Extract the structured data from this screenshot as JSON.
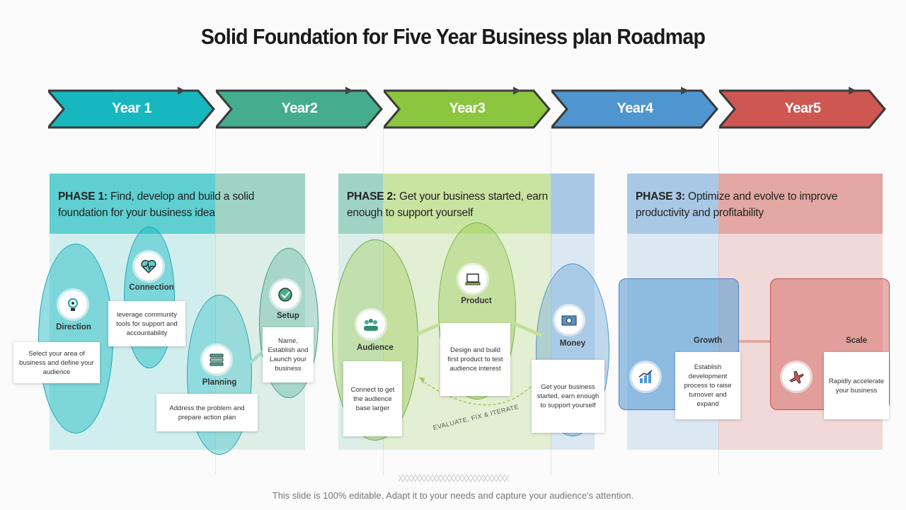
{
  "title": "Solid Foundation for Five Year Business plan Roadmap",
  "years": [
    {
      "label": "Year 1",
      "color": "#17b7bf"
    },
    {
      "label": "Year2",
      "color": "#44ad8e"
    },
    {
      "label": "Year3",
      "color": "#8cc63f"
    },
    {
      "label": "Year4",
      "color": "#4f96d0"
    },
    {
      "label": "Year5",
      "color": "#cf5752"
    }
  ],
  "phases": [
    {
      "prefix": "PHASE 1:",
      "text": " Find, develop and build a solid foundation for your business idea"
    },
    {
      "prefix": "PHASE 2:",
      "text": " Get your business started, earn enough to support yourself"
    },
    {
      "prefix": "PHASE 3:",
      "text": " Optimize and evolve to improve productivity and profitability"
    }
  ],
  "phase1": {
    "direction": {
      "label": "Direction",
      "desc": "Select your area of business and define your audience",
      "icon": "lightbulb-gear-icon"
    },
    "connection": {
      "label": "Connection",
      "desc": "leverage community tools for support and accountability",
      "icon": "heartbeat-icon"
    },
    "planning": {
      "label": "Planning",
      "desc": "Address the problem and prepare action plan",
      "icon": "stack-icon"
    },
    "setup": {
      "label": "Setup",
      "desc": "Name, Establish and Launch your business",
      "icon": "target-check-icon"
    }
  },
  "phase2": {
    "audience": {
      "label": "Audience",
      "desc": "Connect to get the audience base larger",
      "icon": "group-icon"
    },
    "product": {
      "label": "Product",
      "desc": "Design and build first product to test audience interest",
      "icon": "laptop-icon"
    },
    "money": {
      "label": "Money",
      "desc": "Get your business started, earn enough to support yourself",
      "icon": "money-icon"
    },
    "cycle_label": "EVALUATE, FIX & ITERATE"
  },
  "phase3": {
    "growth": {
      "label": "Growth",
      "desc": "Establish development process to raise turnover and expand",
      "icon": "bar-chart-icon"
    },
    "scale": {
      "label": "Scale",
      "desc": "Rapidly accelerate your business",
      "icon": "airplane-icon"
    }
  },
  "footer": "This slide is 100% editable. Adapt it to your needs and capture your audience's attention."
}
